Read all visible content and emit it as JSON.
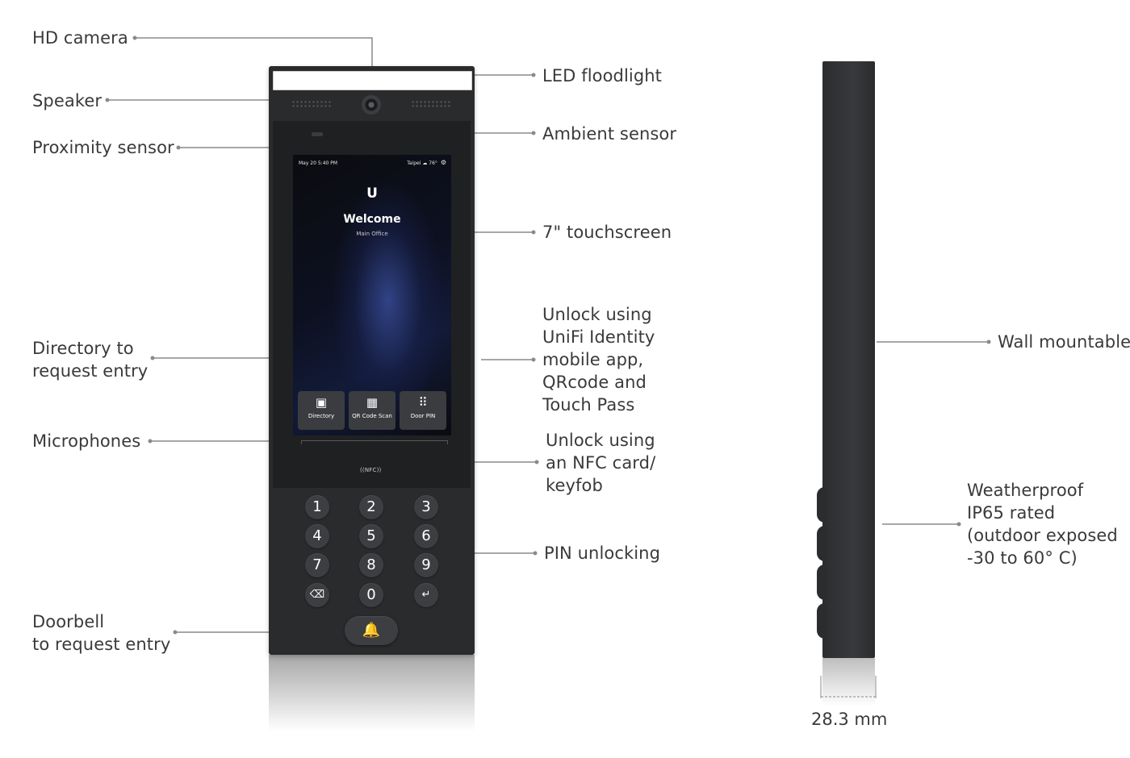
{
  "labels": {
    "hd_camera": "HD camera",
    "speaker": "Speaker",
    "proximity_sensor": "Proximity sensor",
    "directory": [
      "Directory to",
      "request entry"
    ],
    "microphones": "Microphones",
    "doorbell": [
      "Doorbell",
      "to request entry"
    ],
    "led_floodlight": "LED floodlight",
    "ambient_sensor": "Ambient sensor",
    "touchscreen": "7\" touchscreen",
    "unlock_app": [
      "Unlock using",
      "UniFi Identity",
      "mobile app,",
      "QRcode and",
      "Touch Pass"
    ],
    "unlock_nfc": [
      "Unlock using",
      "an NFC card/",
      "keyfob"
    ],
    "pin_unlocking": "PIN unlocking",
    "wall_mountable": "Wall mountable",
    "weatherproof": [
      "Weatherproof",
      "IP65 rated",
      "(outdoor exposed",
      "-30 to 60° C)"
    ],
    "thickness": "28.3 mm"
  },
  "screen": {
    "date_time": "May 20 5:40 PM",
    "location": "Taipei",
    "temperature": "76°",
    "logo": "U",
    "welcome": "Welcome",
    "subtitle": "Main Office",
    "tiles": [
      {
        "icon": "directory-icon",
        "label": "Directory"
      },
      {
        "icon": "qr-code-icon",
        "label": "QR Code Scan"
      },
      {
        "icon": "keypad-icon",
        "label": "Door PIN"
      }
    ],
    "nfc": "((NFC))"
  },
  "keypad": [
    "1",
    "2",
    "3",
    "4",
    "5",
    "6",
    "7",
    "8",
    "9",
    "⌫",
    "0",
    "↵"
  ],
  "doorbell_glyph": "🔔",
  "colors": {
    "device_body": "#2a2b2d",
    "leader_line": "#8a8a8a",
    "label_text": "#3a3a3a"
  }
}
